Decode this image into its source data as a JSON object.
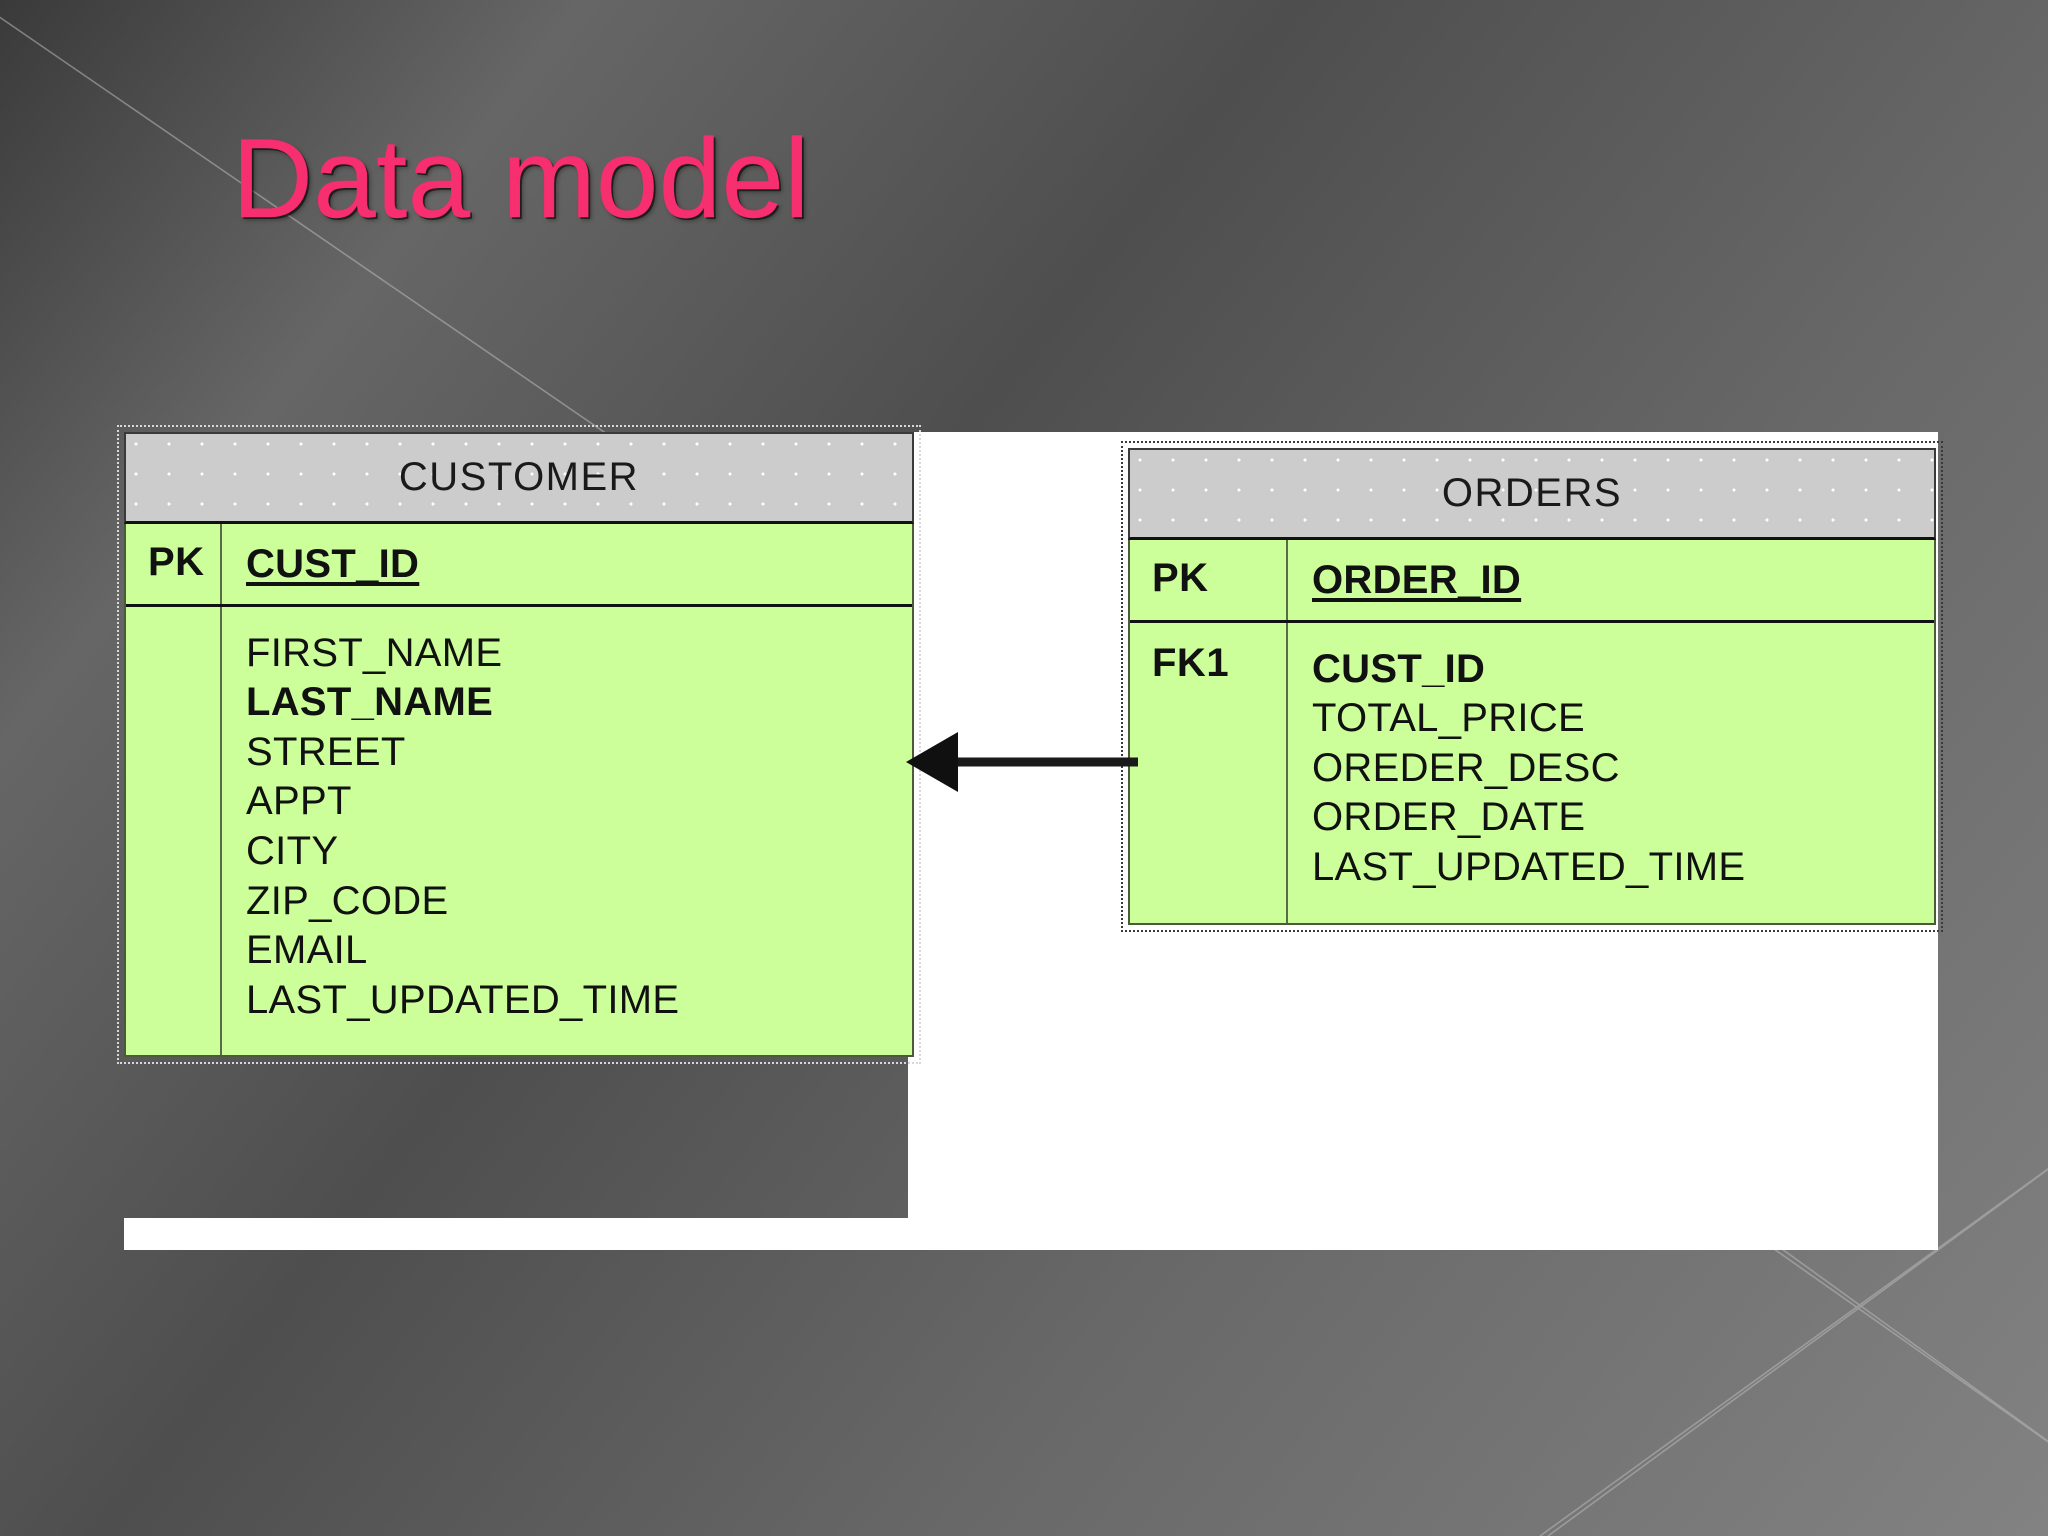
{
  "slide": {
    "title": "Data model",
    "title_color": "#f72e6f",
    "background_color": "#6e6e6e",
    "canvas_color": "#ffffff"
  },
  "palette": {
    "table_header_fill": "#cccccc",
    "table_body_fill": "#ccff99",
    "table_border": "#3a3a3a",
    "arrow_color": "#111111",
    "text_color": "#111111"
  },
  "diagram": {
    "type": "entity-relationship",
    "relationship": {
      "from": "ORDERS",
      "to": "CUSTOMER",
      "direction": "left",
      "arrow_name": "orders-to-customer-arrow"
    },
    "entities": [
      {
        "name": "CUSTOMER",
        "key_rows": [
          {
            "key": "PK",
            "attribute": "CUST_ID",
            "underline": true,
            "bold": true
          }
        ],
        "attributes": [
          {
            "name": "FIRST_NAME",
            "bold": false
          },
          {
            "name": "LAST_NAME",
            "bold": true
          },
          {
            "name": "STREET",
            "bold": false
          },
          {
            "name": "APPT",
            "bold": false
          },
          {
            "name": "CITY",
            "bold": false
          },
          {
            "name": "ZIP_CODE",
            "bold": false
          },
          {
            "name": "EMAIL",
            "bold": false
          },
          {
            "name": "LAST_UPDATED_TIME",
            "bold": false
          }
        ]
      },
      {
        "name": "ORDERS",
        "key_rows": [
          {
            "key": "PK",
            "attribute": "ORDER_ID",
            "underline": true,
            "bold": true
          }
        ],
        "fk_label": "FK1",
        "attributes": [
          {
            "name": "CUST_ID",
            "bold": true
          },
          {
            "name": "TOTAL_PRICE",
            "bold": false
          },
          {
            "name": "OREDER_DESC",
            "bold": false
          },
          {
            "name": "ORDER_DATE",
            "bold": false
          },
          {
            "name": "LAST_UPDATED_TIME",
            "bold": false
          }
        ]
      }
    ]
  },
  "customer": {
    "title": "CUSTOMER",
    "pk_label": "PK",
    "pk_attr": "CUST_ID",
    "attrs": [
      "FIRST_NAME",
      "LAST_NAME",
      "STREET",
      "APPT",
      "CITY",
      "ZIP_CODE",
      "EMAIL",
      "LAST_UPDATED_TIME"
    ]
  },
  "orders": {
    "title": "ORDERS",
    "pk_label": "PK",
    "pk_attr": "ORDER_ID",
    "fk_label": "FK1",
    "attrs": [
      "CUST_ID",
      "TOTAL_PRICE",
      "OREDER_DESC",
      "ORDER_DATE",
      "LAST_UPDATED_TIME"
    ]
  }
}
